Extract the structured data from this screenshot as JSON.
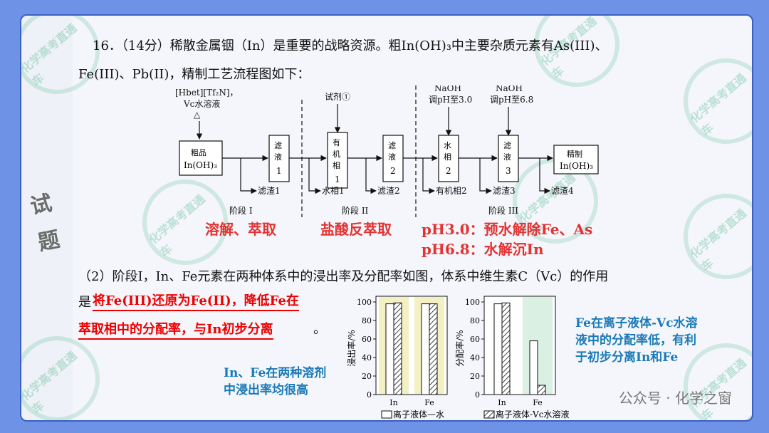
{
  "badge": [
    "试",
    "题"
  ],
  "watermark": "化学高考直通车",
  "question": {
    "line1": "16．（14分）稀散金属铟（In）是重要的战略资源。粗In(OH)₃中主要杂质元素有As(III)、",
    "line2": "Fe(III)、Pb(II)，精制工艺流程图如下："
  },
  "flow": {
    "top_reagent1": [
      "[Hbet][Tf₂N]，",
      "Vc水溶液",
      "△"
    ],
    "top_reagent2": "试剂①",
    "top_reagent3": [
      "NaOH",
      "调pH至3.0"
    ],
    "top_reagent4": [
      "NaOH",
      "调pH至6.8"
    ],
    "box_crude": [
      "粗品",
      "In(OH)₃"
    ],
    "box_filtrate1": [
      "滤",
      "液",
      "1"
    ],
    "box_organic1": [
      "有",
      "机",
      "相",
      "1"
    ],
    "box_filtrate2": [
      "滤",
      "液",
      "2"
    ],
    "box_aqueous2": [
      "水",
      "相",
      "2"
    ],
    "box_filtrate3": [
      "滤",
      "液",
      "3"
    ],
    "box_refined": [
      "精制",
      "In(OH)₃"
    ],
    "waste": [
      "滤渣1",
      "水相1",
      "滤渣2",
      "有机相2",
      "滤渣3",
      "滤渣4"
    ],
    "stages": [
      "阶段 I",
      "阶段 II",
      "阶段 III"
    ]
  },
  "red_labels": {
    "stage1": "溶解、萃取",
    "stage2": "盐酸反萃取",
    "stage3a": "pH3.0：预水解除Fe、As",
    "stage3b": "pH6.8：水解沉In"
  },
  "part2": {
    "text": "（2）阶段I，In、Fe元素在两种体系中的浸出率及分配率如图，体系中维生素C（Vc）的作用",
    "prefix": "是",
    "answer1": "将Fe(III)还原为Fe(II)，降低Fe在",
    "answer2": "萃取相中的分配率，与In初步分离",
    "suffix": "。"
  },
  "note_left": [
    "In、Fe在两种溶剂",
    "中浸出率均很高"
  ],
  "note_right": [
    "Fe在离子液体-Vc水溶",
    "液中的分配率低，有利",
    "于初步分离In和Fe"
  ],
  "legend": {
    "water": "离子液体—水",
    "vc": "离子液体-Vc水溶液"
  },
  "chart_data": [
    {
      "type": "bar",
      "ylabel": "浸出率/%",
      "categories": [
        "In",
        "Fe"
      ],
      "ylim": [
        0,
        100
      ],
      "yticks": [
        0,
        20,
        40,
        60,
        80,
        100
      ],
      "series": [
        {
          "name": "离子液体—水",
          "values": [
            98,
            98
          ]
        },
        {
          "name": "离子液体-Vc水溶液",
          "values": [
            99,
            98
          ]
        }
      ],
      "highlight_color": "#f3f0c4"
    },
    {
      "type": "bar",
      "ylabel": "分配率/%",
      "categories": [
        "In",
        "Fe"
      ],
      "ylim": [
        0,
        100
      ],
      "yticks": [
        0,
        20,
        40,
        60,
        80,
        100
      ],
      "series": [
        {
          "name": "离子液体—水",
          "values": [
            98,
            58
          ]
        },
        {
          "name": "离子液体-Vc水溶液",
          "values": [
            99,
            10
          ]
        }
      ],
      "highlight_color": "#d9f0e3"
    }
  ],
  "footer": "公众号 · 化学之窗",
  "colors": {
    "red": "#e23333",
    "blue": "#1a7ab8",
    "frame": "#3c5fc4"
  }
}
